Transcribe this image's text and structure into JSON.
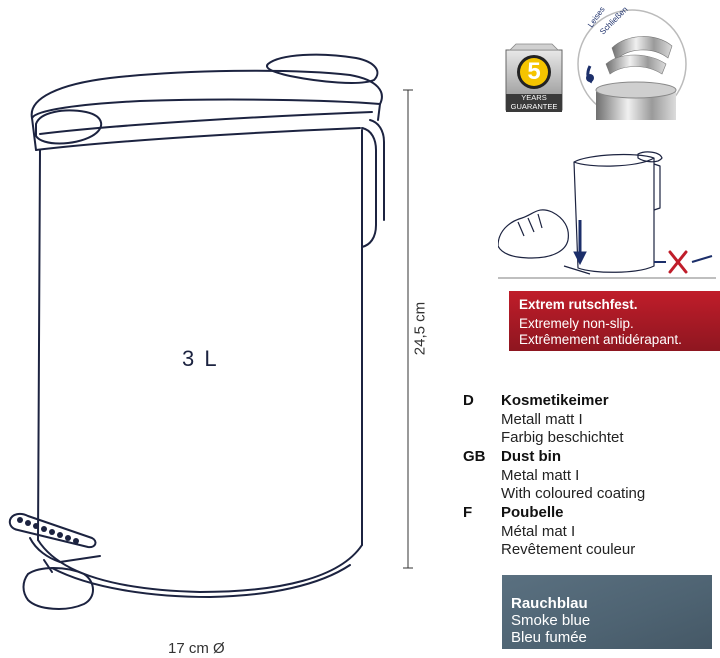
{
  "product": {
    "volume_label": "3 L",
    "height_label": "24,5 cm",
    "diameter_label": "17 cm Ø"
  },
  "warranty_badge": {
    "number": "5",
    "line1": "YEARS",
    "line2": "GUARANTEE"
  },
  "softclose_badge": {
    "line1": "Leises",
    "line2": "Schließen"
  },
  "nonslip": {
    "de": "Extrem rutschfest.",
    "en": "Extremely non-slip.",
    "fr": "Extrêmement antidérapant."
  },
  "descriptions": [
    {
      "code": "D",
      "title": "Kosmetikeimer",
      "lines": [
        "Metall matt I",
        "Farbig beschichtet"
      ]
    },
    {
      "code": "GB",
      "title": "Dust bin",
      "lines": [
        "Metal matt I",
        "With coloured coating"
      ]
    },
    {
      "code": "F",
      "title": "Poubelle",
      "lines": [
        "Métal mat I",
        "Revêtement couleur"
      ]
    }
  ],
  "color": {
    "de": "Rauchblau",
    "en": "Smoke blue",
    "fr": "Bleu fumée",
    "swatch": "#55697a"
  },
  "accent_red": "#b71c28"
}
